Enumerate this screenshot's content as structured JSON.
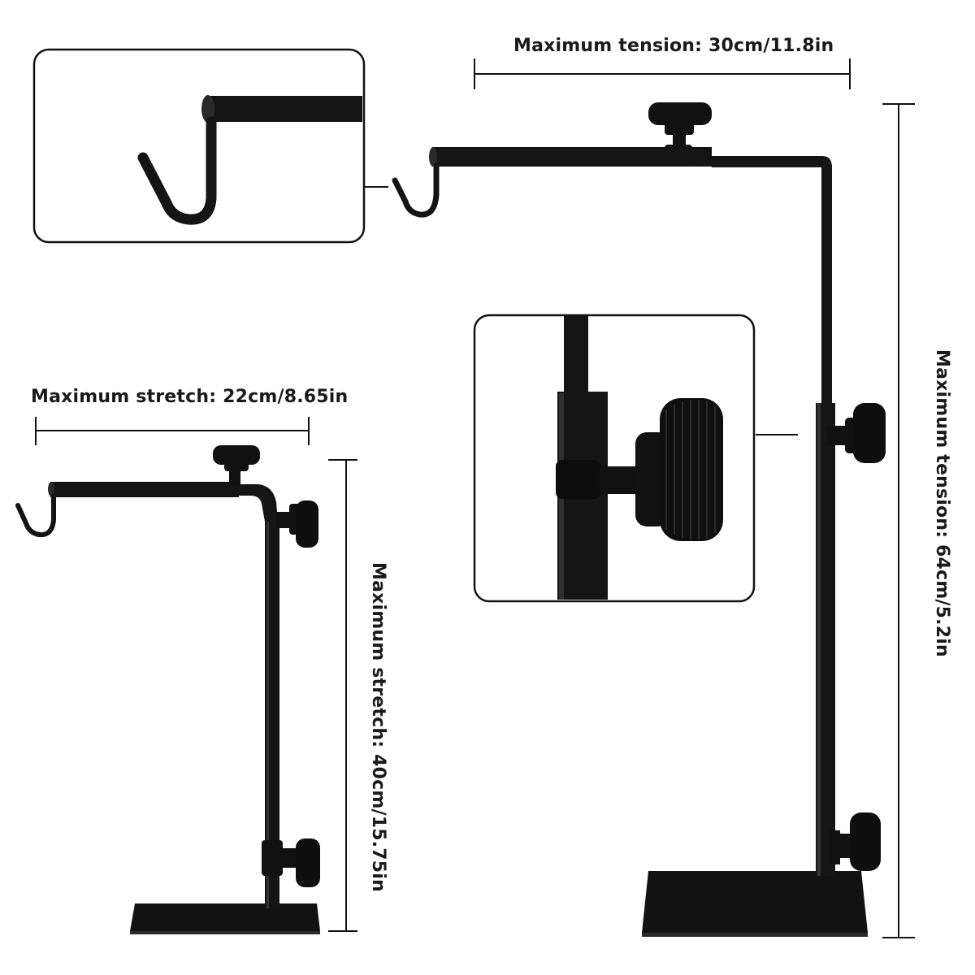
{
  "image": {
    "background": "#ffffff",
    "object_color": "#111111",
    "subject": "black adjustable lamp stand with hooks, shown at maximum tension and maximum stretch"
  },
  "labels": {
    "top_horizontal": "Maximum tension: 30cm/11.8in",
    "left_horizontal": "Maximum stretch: 22cm/8.65in",
    "left_vertical": "Maximum stretch: 40cm/15.75in",
    "right_vertical": "Maximum tension: 64cm/5.2in"
  }
}
